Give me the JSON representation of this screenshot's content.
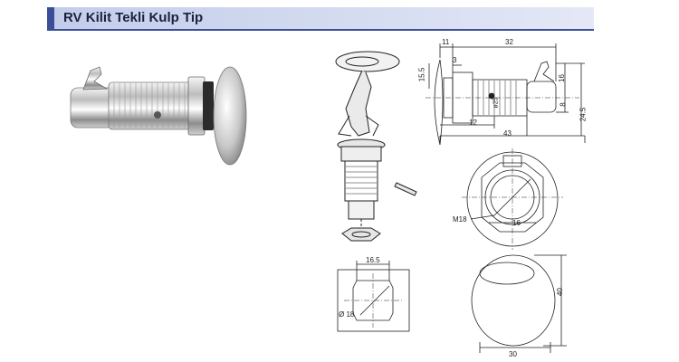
{
  "header": {
    "title": "RV Kilit Tekli Kulp Tip"
  },
  "drawing": {
    "side_view": {
      "dim_11": "11",
      "dim_32": "32",
      "dim_3": "3",
      "dim_15_5": "15.5",
      "dim_25": "ø25",
      "dim_12": "12",
      "dim_43": "43",
      "dim_16": "16",
      "dim_8": "8",
      "dim_24_5": "24.5"
    },
    "back_view": {
      "dim_m18": "M18",
      "dim_16": "16"
    },
    "cutout_view": {
      "dim_16_5": "16.5",
      "dim_18": "Ø 18"
    },
    "front_view": {
      "dim_40": "40",
      "dim_30": "30"
    }
  }
}
